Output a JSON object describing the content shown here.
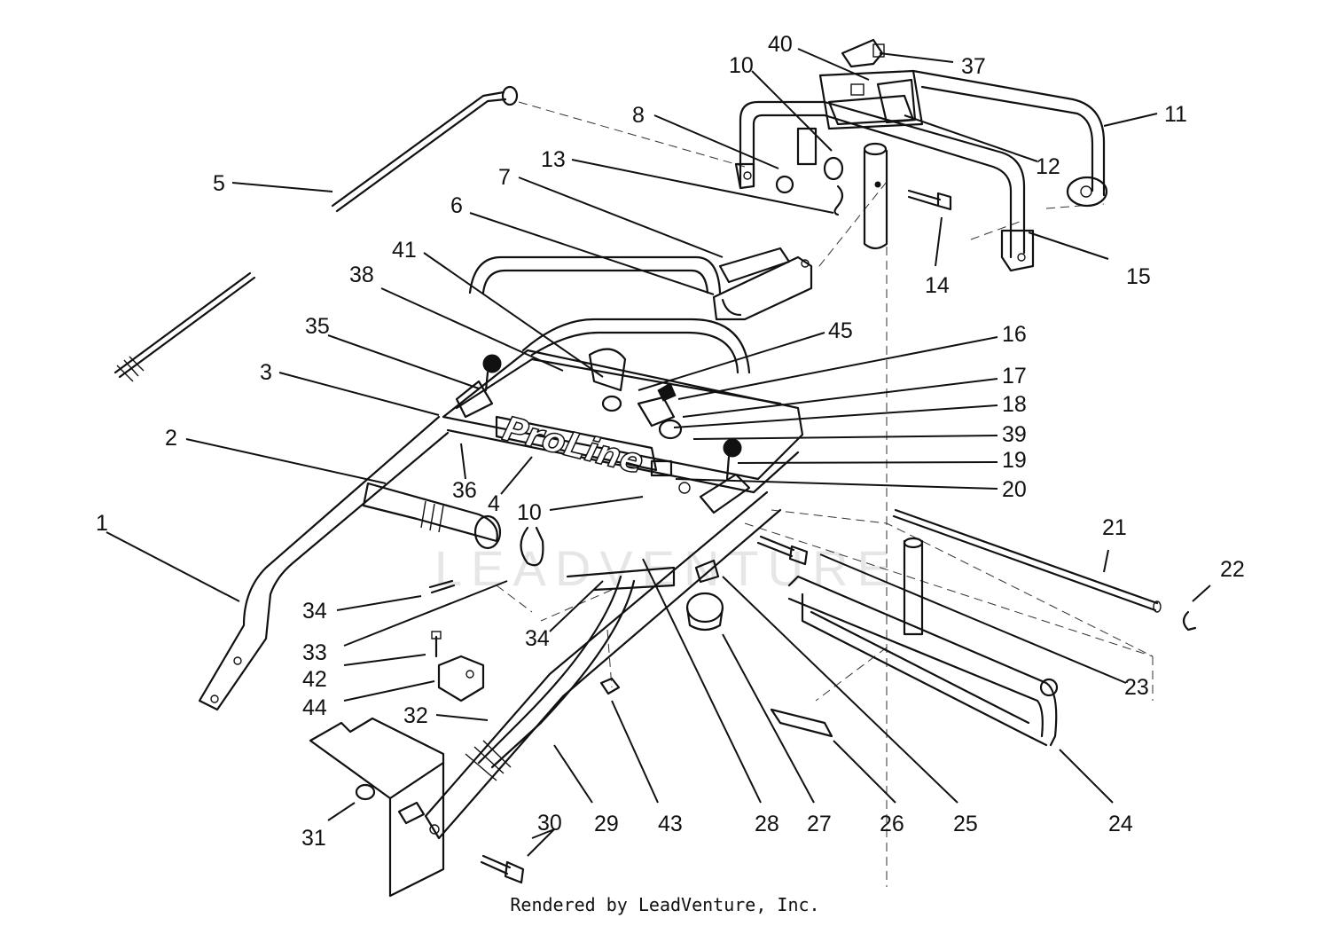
{
  "diagram": {
    "brand_label": "ProLine",
    "watermark": "LEADVENTURE",
    "credit": "Rendered by LeadVenture, Inc.",
    "callouts": [
      "1",
      "2",
      "3",
      "4",
      "5",
      "6",
      "7",
      "8",
      "10",
      "10",
      "11",
      "12",
      "13",
      "14",
      "15",
      "16",
      "17",
      "18",
      "19",
      "20",
      "21",
      "22",
      "23",
      "24",
      "25",
      "26",
      "27",
      "28",
      "29",
      "30",
      "31",
      "32",
      "33",
      "34",
      "34",
      "35",
      "36",
      "37",
      "38",
      "39",
      "40",
      "41",
      "42",
      "43",
      "44",
      "45"
    ]
  }
}
